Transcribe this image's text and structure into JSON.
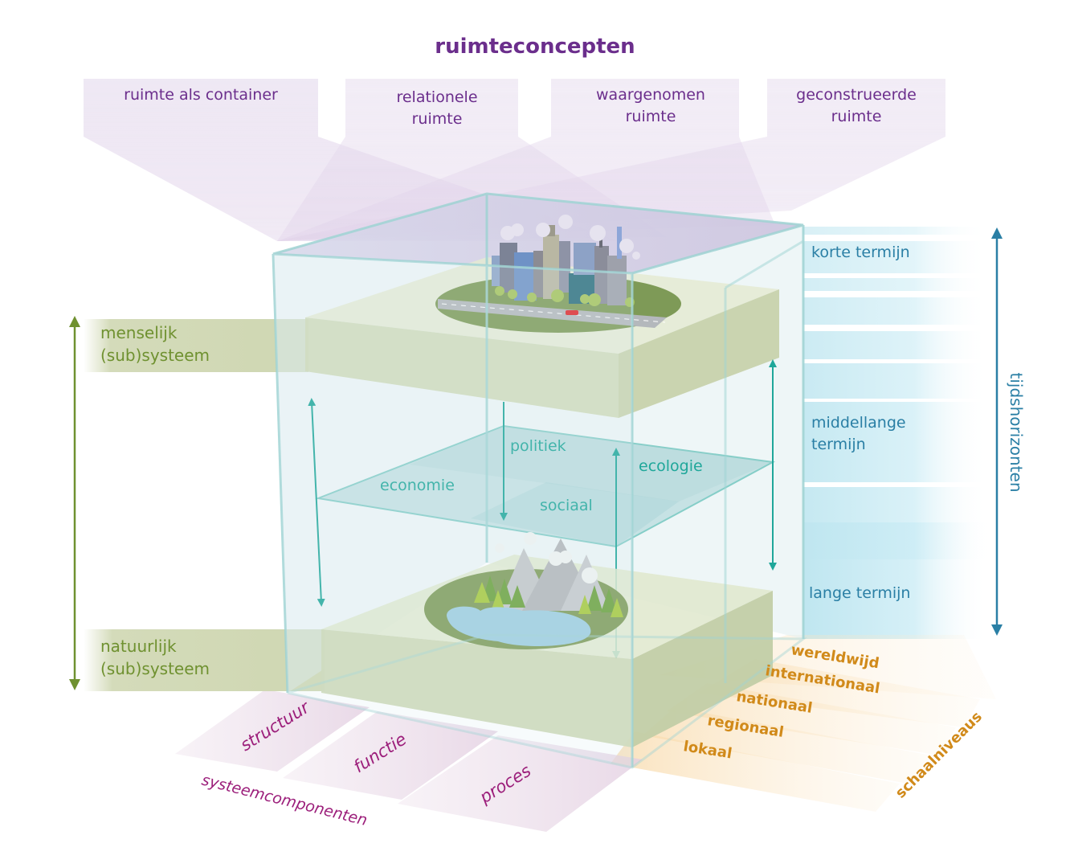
{
  "title": "ruimteconcepten",
  "space_concepts": [
    {
      "line1": "ruimte als container",
      "line2": ""
    },
    {
      "line1": "relationele",
      "line2": "ruimte"
    },
    {
      "line1": "waargenomen",
      "line2": "ruimte"
    },
    {
      "line1": "geconstrueerde",
      "line2": "ruimte"
    }
  ],
  "subsystems": {
    "human": {
      "line1": "menselijk",
      "line2": "(sub)systeem"
    },
    "natural": {
      "line1": "natuurlijk",
      "line2": "(sub)systeem"
    }
  },
  "domains": [
    "politiek",
    "ecologie",
    "economie",
    "sociaal"
  ],
  "time_horizons": {
    "axis_label": "tijdshorizonten",
    "short": "korte termijn",
    "medium_line1": "middellange",
    "medium_line2": "termijn",
    "long": "lange termijn"
  },
  "scale_levels": {
    "axis_label": "schaalniveaus",
    "levels": [
      "wereldwijd",
      "internationaal",
      "nationaal",
      "regionaal",
      "lokaal"
    ]
  },
  "system_components": {
    "axis_label": "systeemcomponenten",
    "items": [
      "structuur",
      "functie",
      "proces"
    ]
  },
  "colors": {
    "concept_purple": "#6b2e8c",
    "system_green": "#6f9130",
    "time_blue": "#2a7fa5",
    "domain_teal": "#1fa79a",
    "scale_orange": "#d18a1a",
    "component_magenta": "#9c1f7b"
  }
}
